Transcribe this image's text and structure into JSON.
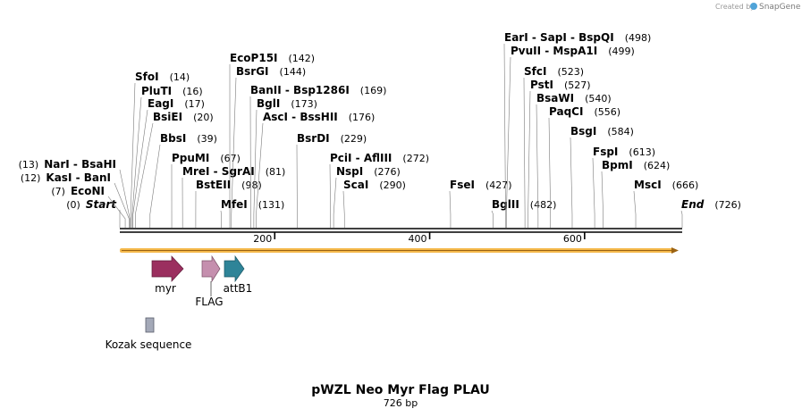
{
  "credit": {
    "prefix": "Created by",
    "brand": "SnapGene"
  },
  "plasmid": {
    "name": "pWZL Neo Myr Flag PLAU",
    "length_label": "726 bp",
    "length": 726
  },
  "ruler": {
    "ticks": [
      200,
      400,
      600
    ]
  },
  "sites": [
    {
      "name": "Start",
      "pos": 0,
      "label": "(0)",
      "italic": true
    },
    {
      "name": "EcoNI",
      "pos": 7,
      "label": "(7)"
    },
    {
      "name": "KasI - BanI",
      "pos": 12,
      "label": "(12)"
    },
    {
      "name": "NarI - BsaHI",
      "pos": 13,
      "label": "(13)"
    },
    {
      "name": "SfoI",
      "pos": 14,
      "label": "(14)"
    },
    {
      "name": "PluTI",
      "pos": 16,
      "label": "(16)"
    },
    {
      "name": "EagI",
      "pos": 17,
      "label": "(17)"
    },
    {
      "name": "BsiEI",
      "pos": 20,
      "label": "(20)"
    },
    {
      "name": "BbsI",
      "pos": 39,
      "label": "(39)"
    },
    {
      "name": "PpuMI",
      "pos": 67,
      "label": "(67)"
    },
    {
      "name": "EcoP15I",
      "pos": 142,
      "label": "(142)"
    },
    {
      "name": "MreI - SgrAI",
      "pos": 81,
      "label": "(81)"
    },
    {
      "name": "BstEII",
      "pos": 98,
      "label": "(98)"
    },
    {
      "name": "MfeI",
      "pos": 131,
      "label": "(131)"
    },
    {
      "name": "BsrGI",
      "pos": 144,
      "label": "(144)"
    },
    {
      "name": "BanII - Bsp1286I",
      "pos": 169,
      "label": "(169)"
    },
    {
      "name": "BglI",
      "pos": 173,
      "label": "(173)"
    },
    {
      "name": "AscI - BssHII",
      "pos": 176,
      "label": "(176)"
    },
    {
      "name": "BsrDI",
      "pos": 229,
      "label": "(229)"
    },
    {
      "name": "PciI - AflIII",
      "pos": 272,
      "label": "(272)"
    },
    {
      "name": "NspI",
      "pos": 276,
      "label": "(276)"
    },
    {
      "name": "ScaI",
      "pos": 290,
      "label": "(290)"
    },
    {
      "name": "FseI",
      "pos": 427,
      "label": "(427)"
    },
    {
      "name": "BglII",
      "pos": 482,
      "label": "(482)"
    },
    {
      "name": "EarI - SapI - BspQI",
      "pos": 498,
      "label": "(498)"
    },
    {
      "name": "PvuII - MspA1I",
      "pos": 499,
      "label": "(499)"
    },
    {
      "name": "SfcI",
      "pos": 523,
      "label": "(523)"
    },
    {
      "name": "PstI",
      "pos": 527,
      "label": "(527)"
    },
    {
      "name": "BsaWI",
      "pos": 540,
      "label": "(540)"
    },
    {
      "name": "PaqCI",
      "pos": 556,
      "label": "(556)"
    },
    {
      "name": "BsgI",
      "pos": 584,
      "label": "(584)"
    },
    {
      "name": "FspI",
      "pos": 613,
      "label": "(613)"
    },
    {
      "name": "BpmI",
      "pos": 624,
      "label": "(624)"
    },
    {
      "name": "MscI",
      "pos": 666,
      "label": "(666)"
    },
    {
      "name": "End",
      "pos": 726,
      "label": "(726)",
      "italic": true
    }
  ],
  "features": [
    {
      "name": "myr",
      "type": "arrow",
      "color": "#9b2f5f"
    },
    {
      "name": "FLAG",
      "type": "arrow",
      "color": "#c58fae"
    },
    {
      "name": "attB1",
      "type": "arrow",
      "color": "#2e8498"
    },
    {
      "name": "Kozak sequence",
      "type": "box",
      "color": "#a4a9b8"
    }
  ],
  "orf_color": "#f5b94c"
}
